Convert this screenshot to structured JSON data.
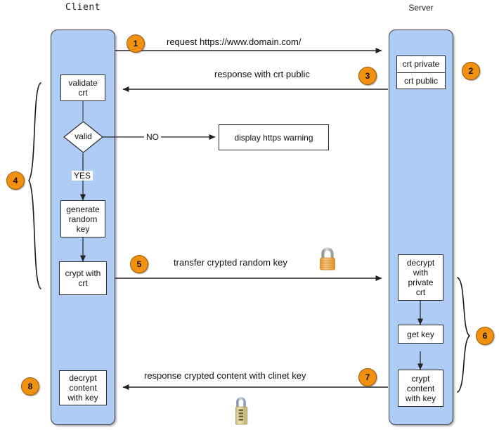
{
  "diagram": {
    "title_client": "Client",
    "title_server": "Server",
    "colors": {
      "lane_fill": "#AECCF5",
      "badge_fill": "#F2910F",
      "badge_border": "#9C5A05",
      "box_fill": "#FFFFFF",
      "stroke": "#2B2B2B",
      "lock_body": "#E8A33D",
      "lock_shackle": "#A9A9A9",
      "lock2_body": "#D8CE94",
      "lock2_shackle": "#9BB2C6"
    }
  },
  "lanes": [
    {
      "name": "client",
      "label": "Client"
    },
    {
      "name": "server",
      "label": "Server"
    }
  ],
  "badges": [
    {
      "id": "1",
      "label": "1"
    },
    {
      "id": "2",
      "label": "2"
    },
    {
      "id": "3",
      "label": "3"
    },
    {
      "id": "4",
      "label": "4"
    },
    {
      "id": "5",
      "label": "5"
    },
    {
      "id": "6",
      "label": "6"
    },
    {
      "id": "7",
      "label": "7"
    },
    {
      "id": "8",
      "label": "8"
    }
  ],
  "messages": [
    {
      "id": "m1",
      "text": "request https://www.domain.com/"
    },
    {
      "id": "m3",
      "text": "response with crt public"
    },
    {
      "id": "m5",
      "text": "transfer crypted random key"
    },
    {
      "id": "m7",
      "text": "response crypted content with clinet key"
    }
  ],
  "client_steps": [
    {
      "id": "validate-crt",
      "lines": [
        "validate",
        "crt"
      ]
    },
    {
      "id": "valid-decision",
      "lines": [
        "valid"
      ]
    },
    {
      "id": "generate-random-key",
      "lines": [
        "generate",
        "random",
        "key"
      ]
    },
    {
      "id": "crypt-with-crt",
      "lines": [
        "crypt with",
        "crt"
      ]
    },
    {
      "id": "decrypt-content-with-key",
      "lines": [
        "decrypt",
        "content",
        "with key"
      ]
    }
  ],
  "server_steps": [
    {
      "id": "crt-private",
      "lines": [
        "crt private"
      ]
    },
    {
      "id": "crt-public",
      "lines": [
        "crt public"
      ]
    },
    {
      "id": "decrypt-with-private-crt",
      "lines": [
        "decrypt",
        "with",
        "private",
        "crt"
      ]
    },
    {
      "id": "get-key",
      "lines": [
        "get key"
      ]
    },
    {
      "id": "crypt-content-with-key",
      "lines": [
        "crypt",
        "content",
        "with key"
      ]
    }
  ],
  "external_steps": [
    {
      "id": "display-https-warning",
      "lines": [
        "display https warning"
      ]
    }
  ],
  "branch_labels": {
    "no": "NO",
    "yes": "YES"
  },
  "icons": [
    {
      "id": "lock-closed",
      "name": "padlock-icon"
    },
    {
      "id": "lock-combination",
      "name": "combination-padlock-icon"
    }
  ]
}
